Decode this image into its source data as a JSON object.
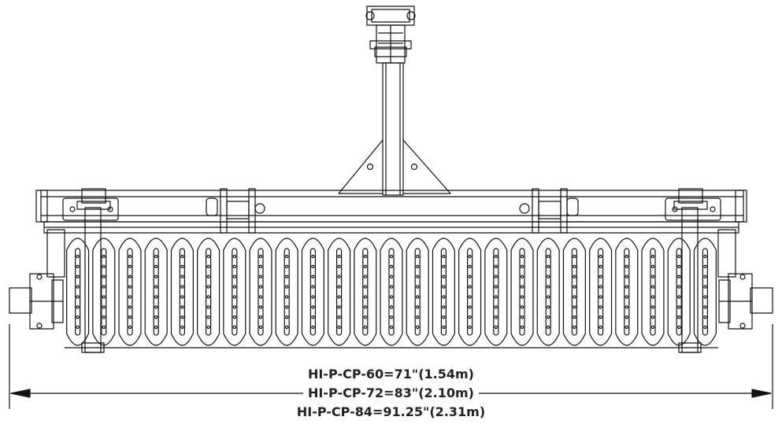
{
  "dimensions": [
    "HI-P-CP-60=71\"(1.54m)",
    "HI-P-CP-72=83\"(2.10m)",
    "HI-P-CP-84=91.25\"(2.31m)"
  ],
  "drum": {
    "discs": 25
  },
  "colors": {
    "line": "#111111",
    "background": "#ffffff"
  }
}
